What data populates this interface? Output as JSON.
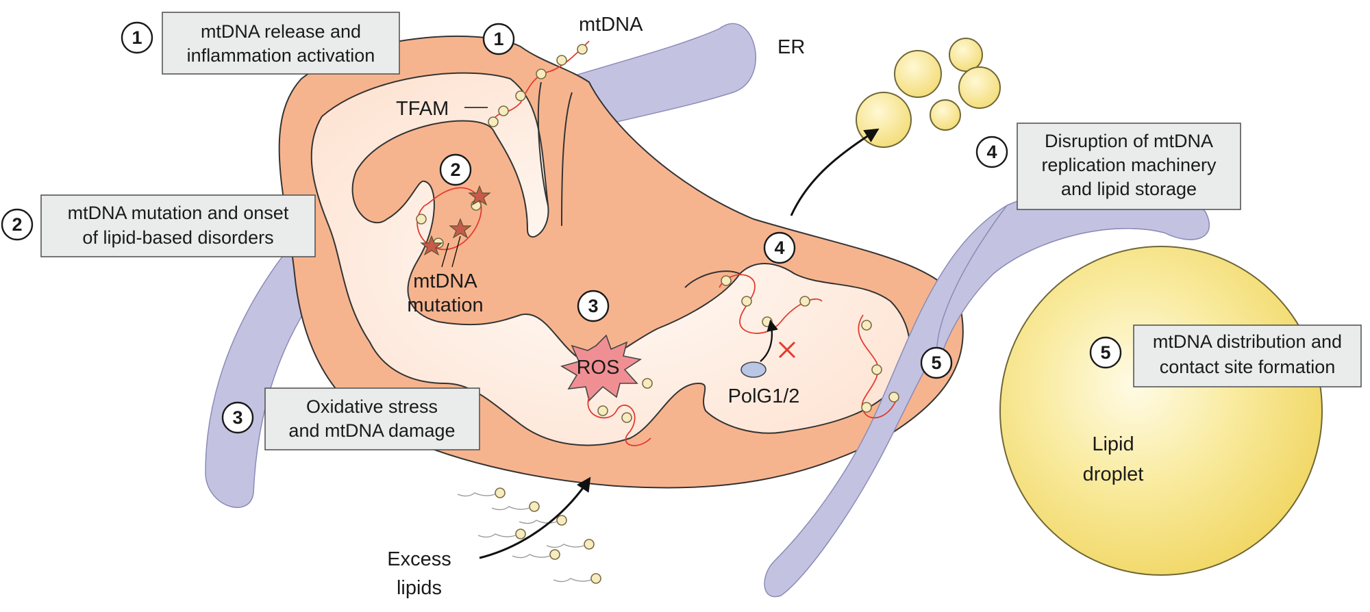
{
  "steps": [
    {
      "num": "1",
      "lines": [
        "mtDNA release and",
        "inflammation activation"
      ]
    },
    {
      "num": "2",
      "lines": [
        "mtDNA mutation and onset",
        "of lipid-based disorders"
      ]
    },
    {
      "num": "3",
      "lines": [
        "Oxidative stress",
        "and mtDNA damage"
      ]
    },
    {
      "num": "4",
      "lines": [
        "Disruption of mtDNA",
        "replication machinery",
        "and lipid storage"
      ]
    },
    {
      "num": "5",
      "lines": [
        "mtDNA distribution and",
        "contact site formation"
      ]
    }
  ],
  "labels": {
    "mtdna": "mtDNA",
    "er": "ER",
    "tfam": "TFAM",
    "mutation_line1": "mtDNA",
    "mutation_line2": "mutation",
    "ros": "ROS",
    "polg": "PolG1/2",
    "excess_line1": "Excess",
    "excess_line2": "lipids",
    "droplet_line1": "Lipid",
    "droplet_line2": "droplet"
  },
  "colors": {
    "mito_outer": "#f6b48e",
    "mito_inner": "#fde8da",
    "er": "#c3c3e1",
    "lipid": "#f5e07a",
    "dna": "#e23b2e",
    "ros": "#f08f93"
  }
}
